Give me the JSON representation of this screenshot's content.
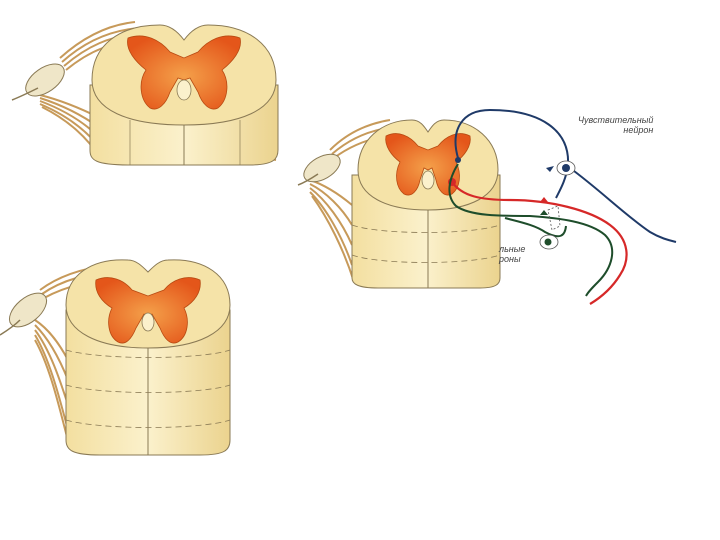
{
  "labels": {
    "sensory_neuron": [
      "Чувствительный",
      "нейрон"
    ],
    "motor_neurons": [
      "льные",
      "роны"
    ]
  },
  "colors": {
    "white_matter": "#F5E3A8",
    "white_matter_shade": "#E8CF8C",
    "outline": "#8A7A55",
    "grey_matter": "#E8641E",
    "grey_matter_light": "#F08A3A",
    "nerve_fibers": "#C79A5A",
    "ganglion": "#EFE6C8",
    "sensory_neuron": "#1F3A68",
    "motor_neuron_red": "#D62828",
    "motor_neuron_green": "#1E4D2B"
  },
  "icons": {
    "segment_1": "spinal-cord-segment-single",
    "segment_2": "spinal-cord-segment-stacked",
    "segment_3": "spinal-cord-segment-reflex-arc"
  }
}
